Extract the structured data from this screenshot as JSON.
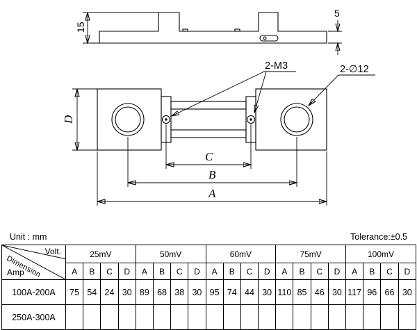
{
  "drawing": {
    "side_view": {
      "height_label": "15",
      "thickness_label": "5"
    },
    "top_view": {
      "d_label": "D",
      "screw_callout": "2-M3",
      "hole_callout": "2-∅12",
      "c_label": "C",
      "b_label": "B",
      "a_label": "A"
    }
  },
  "notes": {
    "unit": "Unit : mm",
    "tolerance": "Tolerance:±0.5"
  },
  "table": {
    "corner": {
      "volt": "Volt.",
      "dimension": "Dimension",
      "amp": "Amp"
    },
    "voltage_columns": [
      "25mV",
      "50mV",
      "60mV",
      "75mV",
      "100mV"
    ],
    "dim_letters": [
      "A",
      "B",
      "C",
      "D"
    ],
    "rows": [
      {
        "label": "100A-200A",
        "values": [
          "75",
          "54",
          "24",
          "30",
          "89",
          "68",
          "38",
          "30",
          "95",
          "74",
          "44",
          "30",
          "110",
          "85",
          "46",
          "30",
          "117",
          "96",
          "66",
          "30"
        ]
      },
      {
        "label": "250A-300A",
        "values": [
          "",
          "",
          "",
          "",
          "",
          "",
          "",
          "",
          "",
          "",
          "",
          "",
          "",
          "",
          "",
          "",
          "",
          "",
          "",
          ""
        ]
      }
    ]
  }
}
